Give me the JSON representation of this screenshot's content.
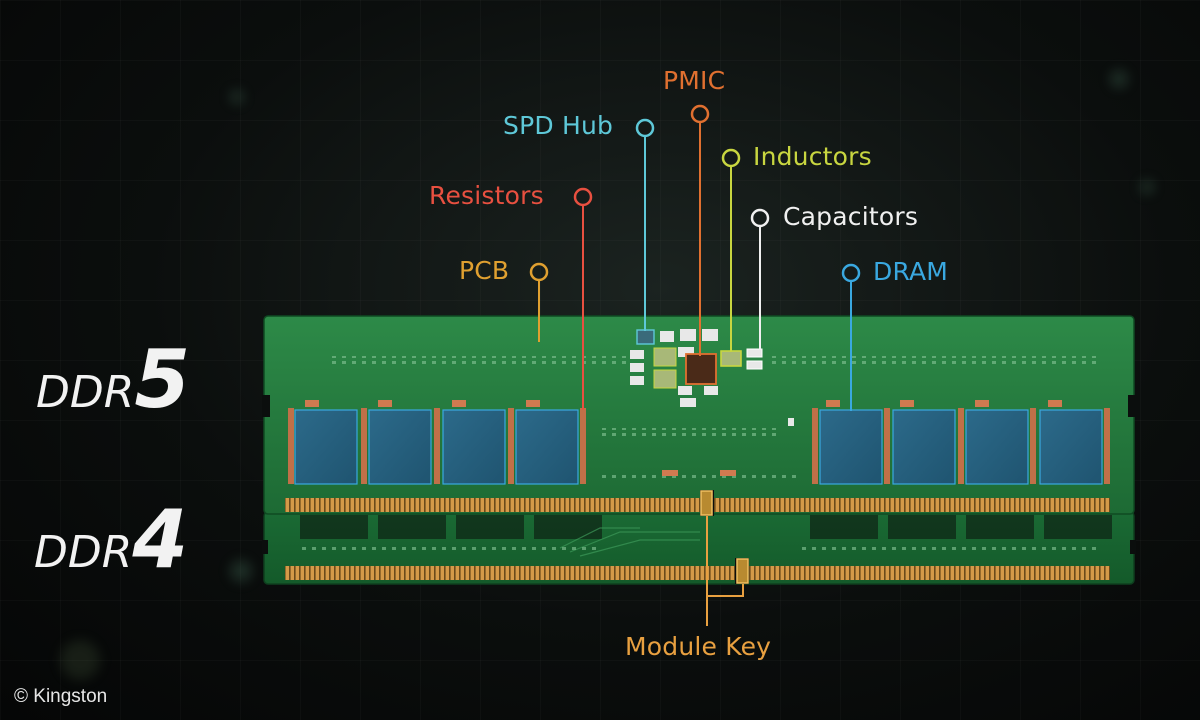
{
  "modules": {
    "ddr5": {
      "prefix": "DDR",
      "number": "5"
    },
    "ddr4": {
      "prefix": "DDR",
      "number": "4"
    }
  },
  "labels": {
    "pmic": "PMIC",
    "spd_hub": "SPD Hub",
    "inductors": "Inductors",
    "resistors": "Resistors",
    "capacitors": "Capacitors",
    "pcb": "PCB",
    "dram": "DRAM",
    "module_key": "Module Key"
  },
  "copyright": "© Kingston",
  "colors": {
    "pmic": "#e07030",
    "spd_hub": "#5ec8d8",
    "inductors": "#c8d640",
    "resistors": "#e85040",
    "capacitors": "#f0f0f0",
    "pcb": "#e0a030",
    "dram": "#3aa8e0",
    "module_key": "#e8a040",
    "pcb_green": "#1f7a3c",
    "gold": "#c8903a"
  }
}
